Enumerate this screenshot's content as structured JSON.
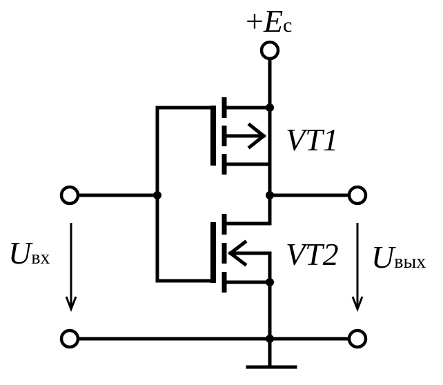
{
  "labels": {
    "supply_sign": "+",
    "supply_symbol": "E",
    "supply_subscript": "с",
    "vt1": "VT1",
    "vt2": "VT2",
    "uin_symbol": "U",
    "uin_subscript": "вх",
    "uout_symbol": "U",
    "uout_subscript": "вых"
  }
}
